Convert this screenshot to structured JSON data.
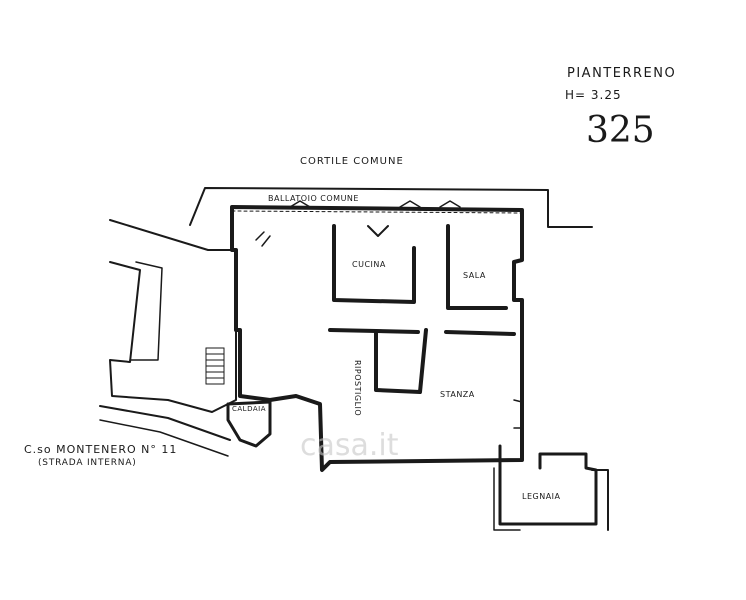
{
  "plan": {
    "title": "PIANTERRENO",
    "height": "H= 3.25",
    "number": "325",
    "courtyard": "CORTILE COMUNE",
    "balcony": "BALLATOIO COMUNE",
    "rooms": {
      "kitchen": "CUCINA",
      "living": "SALA",
      "room": "STANZA",
      "closet": "RIPOSTIGLIO",
      "boiler": "CALDAIA",
      "woodshed": "LEGNAIA"
    },
    "address": "C.so MONTENERO N° 11",
    "street": "(STRADA INTERNA)"
  },
  "watermark": "casa.it",
  "colors": {
    "ink": "#1a1a1a",
    "paper": "#ffffff"
  }
}
